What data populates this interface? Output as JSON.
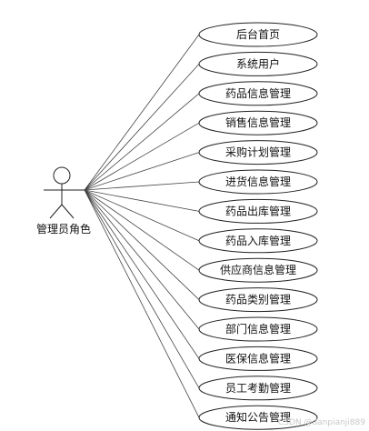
{
  "diagram": {
    "actor": {
      "label": "管理员角色"
    },
    "use_cases": [
      {
        "label": "后台首页"
      },
      {
        "label": "系统用户"
      },
      {
        "label": "药品信息管理"
      },
      {
        "label": "销售信息管理"
      },
      {
        "label": "采购计划管理"
      },
      {
        "label": "进货信息管理"
      },
      {
        "label": "药品出库管理"
      },
      {
        "label": "药品入库管理"
      },
      {
        "label": "供应商信息管理"
      },
      {
        "label": "药品类别管理"
      },
      {
        "label": "部门信息管理"
      },
      {
        "label": "医保信息管理"
      },
      {
        "label": "员工考勤管理"
      },
      {
        "label": "通知公告管理"
      }
    ],
    "watermark": "CSDN @danpianji889"
  }
}
